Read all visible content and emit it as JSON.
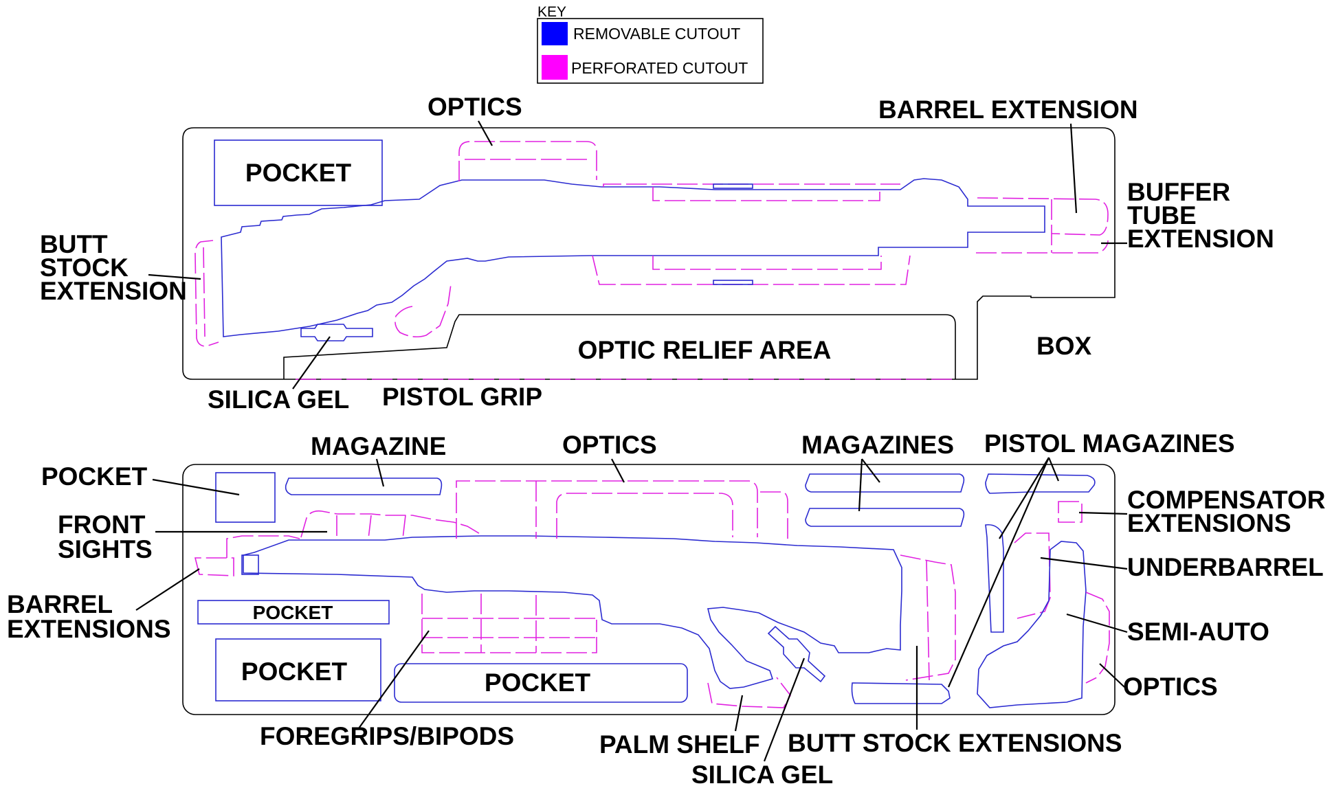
{
  "key": {
    "title": "KEY",
    "items": [
      {
        "label": "REMOVABLE CUTOUT",
        "color": "#0000ff"
      },
      {
        "label": "PERFORATED CUTOUT",
        "color": "#ff00ff"
      }
    ]
  },
  "colors": {
    "removable": "#2a2ad0",
    "perforated": "#e020e0",
    "outline": "#000000"
  },
  "top_tray": {
    "pocket": "POCKET",
    "optic_relief": "OPTIC RELIEF AREA",
    "labels": {
      "optics": "OPTICS",
      "barrel_extension": "BARREL EXTENSION",
      "buffer_1": "BUFFER",
      "buffer_2": "TUBE",
      "buffer_3": "EXTENSION",
      "butt_1": "BUTT",
      "butt_2": "STOCK",
      "butt_3": "EXTENSION",
      "box": "BOX",
      "silica_gel": "SILICA GEL",
      "pistol_grip": "PISTOL GRIP"
    }
  },
  "bottom_tray": {
    "pockets": {
      "small": "POCKET",
      "large": "POCKET",
      "wide": "POCKET"
    },
    "labels": {
      "pocket": "POCKET",
      "magazine": "MAGAZINE",
      "optics": "OPTICS",
      "magazines": "MAGAZINES",
      "pistol_magazines": "PISTOL MAGAZINES",
      "front_1": "FRONT",
      "front_2": "SIGHTS",
      "comp_1": "COMPENSATOR",
      "comp_2": "EXTENSIONS",
      "barrel_1": "BARREL",
      "barrel_2": "EXTENSIONS",
      "underbarrel": "UNDERBARREL",
      "semi_auto": "SEMI-AUTO",
      "optics_right": "OPTICS",
      "foregrips": "FOREGRIPS/BIPODS",
      "palm_shelf": "PALM SHELF",
      "butt_stock_extensions": "BUTT STOCK EXTENSIONS",
      "silica_gel": "SILICA GEL"
    }
  }
}
